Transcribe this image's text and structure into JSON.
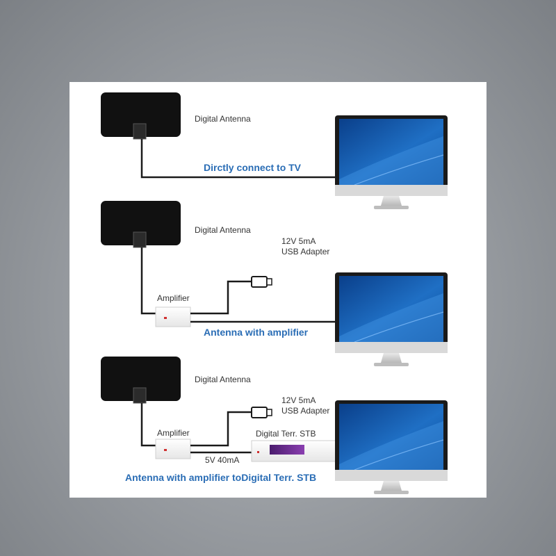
{
  "sections": [
    {
      "antenna_label": "Digital Antenna",
      "caption": "Dirctly connect to TV"
    },
    {
      "antenna_label": "Digital Antenna",
      "adapter_label_line1": "12V 5mA",
      "adapter_label_line2": "USB Adapter",
      "amplifier_label": "Amplifier",
      "caption": "Antenna with amplifier"
    },
    {
      "antenna_label": "Digital Antenna",
      "adapter_label_line1": "12V 5mA",
      "adapter_label_line2": "USB Adapter",
      "amplifier_label": "Amplifier",
      "stb_label": "Digital Terr. STB",
      "power_label": "5V 40mA",
      "caption": "Antenna with amplifier toDigital Terr. STB"
    }
  ],
  "colors": {
    "caption": "#2a6db5",
    "antenna": "#111111",
    "screen": "#1c63b8",
    "stb_display": "#6a2a8c"
  }
}
